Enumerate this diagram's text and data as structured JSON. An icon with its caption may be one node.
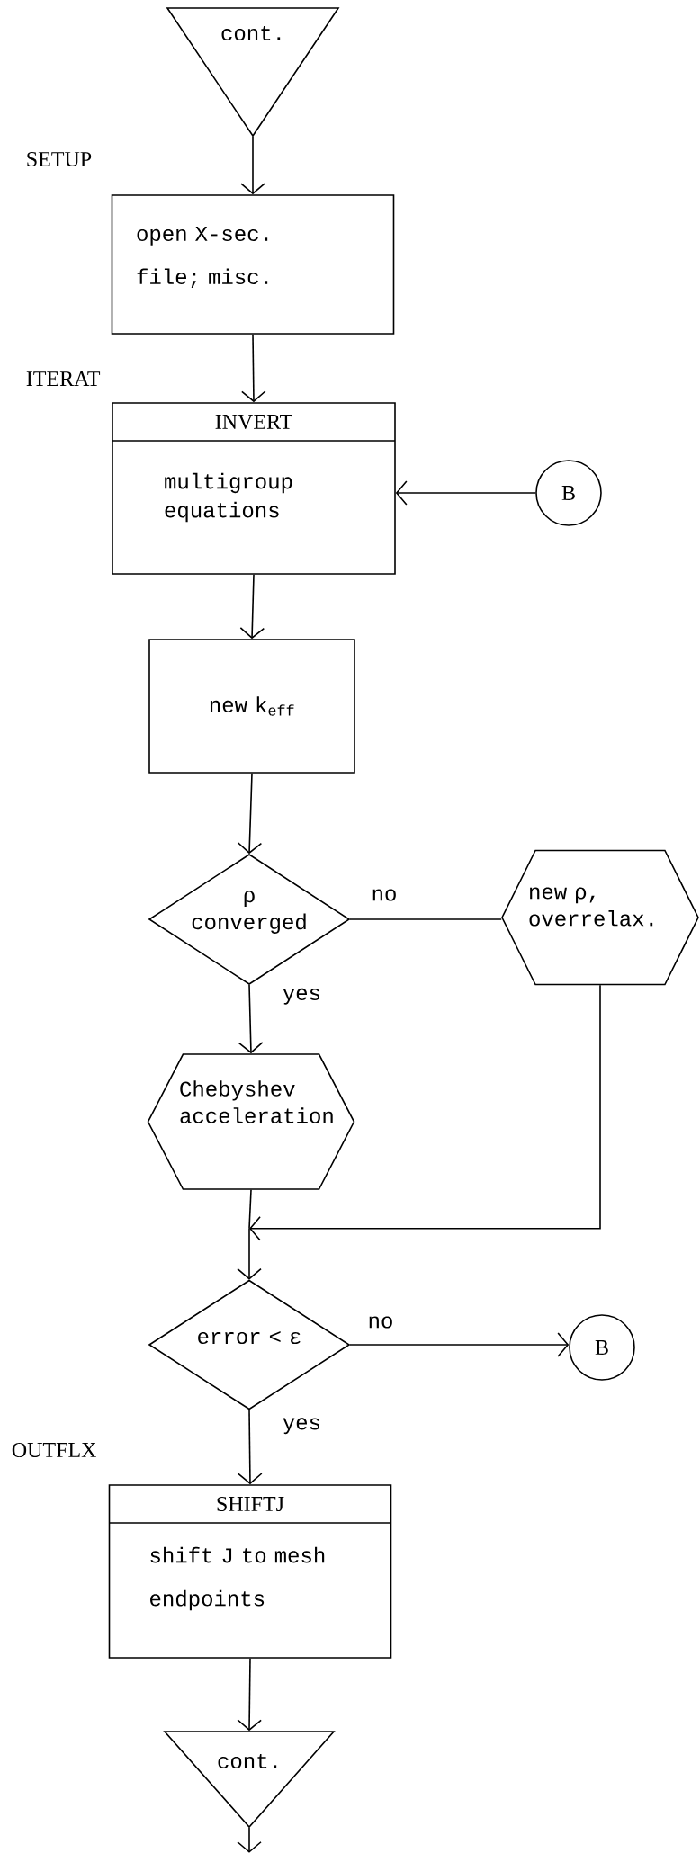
{
  "diagram": {
    "nodes": [
      {
        "text": [
          "cont."
        ]
      },
      {
        "text": [
          "open X-sec. file; misc."
        ],
        "beside": [
          "SETUP"
        ]
      },
      {
        "text": [
          "INVERT",
          "multigroup equations"
        ],
        "beside": [
          "ITERAT"
        ]
      },
      {
        "text": [
          "B"
        ]
      },
      {
        "text": [
          "new k$_{eff}$"
        ]
      },
      {
        "text": [
          "ρ converged"
        ]
      },
      {
        "text": [
          "new ρ, overrelax."
        ]
      },
      {
        "text": [
          "Chebyshev acceleration"
        ]
      },
      {
        "text": [
          "error < ε"
        ]
      },
      {
        "text": [
          "B"
        ]
      },
      {
        "text": [
          "SHIFTJ",
          "shift J to mesh endpoints"
        ],
        "beside": [
          "OUTFLX"
        ]
      },
      {
        "text": [
          "cont."
        ]
      }
    ],
    "edges": [
      {
        "from": 0,
        "to": 1,
        "arrow": "to"
      },
      {
        "from": 1,
        "to": 2,
        "arrow": "to"
      },
      {
        "from": 3,
        "to": 2,
        "arrow": "to"
      },
      {
        "from": 2,
        "to": 4,
        "arrow": "to"
      },
      {
        "from": 4,
        "to": 5,
        "arrow": "to"
      },
      {
        "from": 5,
        "to": 6,
        "arrow": "none",
        "label": "no"
      },
      {
        "from": 5,
        "to": 7,
        "arrow": "to",
        "label": "yes"
      },
      {
        "from": 7,
        "to": 8,
        "arrow": "to"
      },
      {
        "from": 6,
        "to": 8,
        "arrow": "to"
      },
      {
        "from": 8,
        "to": 9,
        "arrow": "to",
        "label": "no"
      },
      {
        "from": 8,
        "to": 10,
        "arrow": "to",
        "label": "yes"
      },
      {
        "from": 10,
        "to": 11,
        "arrow": "to"
      },
      {
        "from": 11,
        "to": null,
        "arrow": "to"
      }
    ]
  }
}
